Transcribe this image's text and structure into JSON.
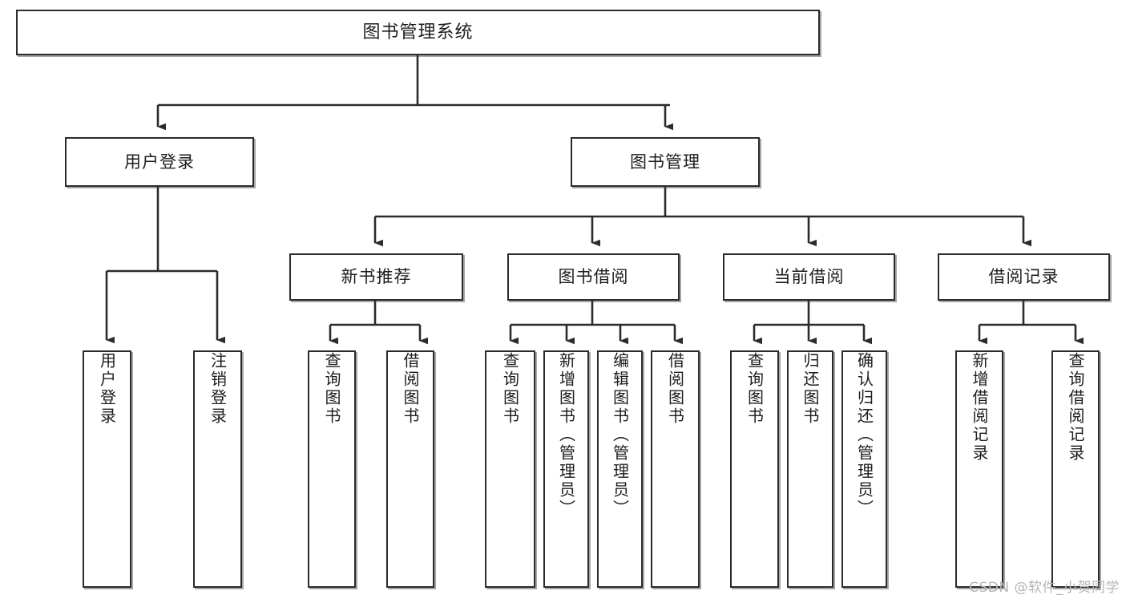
{
  "diagram": {
    "type": "tree-hierarchy",
    "title": "图书管理系统",
    "root": {
      "label": "图书管理系统"
    },
    "level2": [
      {
        "label": "用户登录"
      },
      {
        "label": "图书管理"
      }
    ],
    "level3": [
      {
        "label": "新书推荐"
      },
      {
        "label": "图书借阅"
      },
      {
        "label": "当前借阅"
      },
      {
        "label": "借阅记录"
      }
    ],
    "leaves": {
      "user_login": [
        {
          "label": "用户登录"
        },
        {
          "label": "注销登录"
        }
      ],
      "new_book_recommend": [
        {
          "label": "查询图书"
        },
        {
          "label": "借阅图书"
        }
      ],
      "book_borrow": [
        {
          "label": "查询图书"
        },
        {
          "label": "新增图书（管理员）"
        },
        {
          "label": "编辑图书（管理员）"
        },
        {
          "label": "借阅图书"
        }
      ],
      "current_borrow": [
        {
          "label": "查询图书"
        },
        {
          "label": "归还图书"
        },
        {
          "label": "确认归还（管理员）"
        }
      ],
      "borrow_record": [
        {
          "label": "新增借阅记录"
        },
        {
          "label": "查询借阅记录"
        }
      ]
    }
  },
  "watermark": {
    "text": "CSDN @软件_小贺同学"
  },
  "colors": {
    "border": "#2b2b2b",
    "background": "#ffffff",
    "text": "#1d1d1d",
    "watermark": "#b4b4b4"
  }
}
